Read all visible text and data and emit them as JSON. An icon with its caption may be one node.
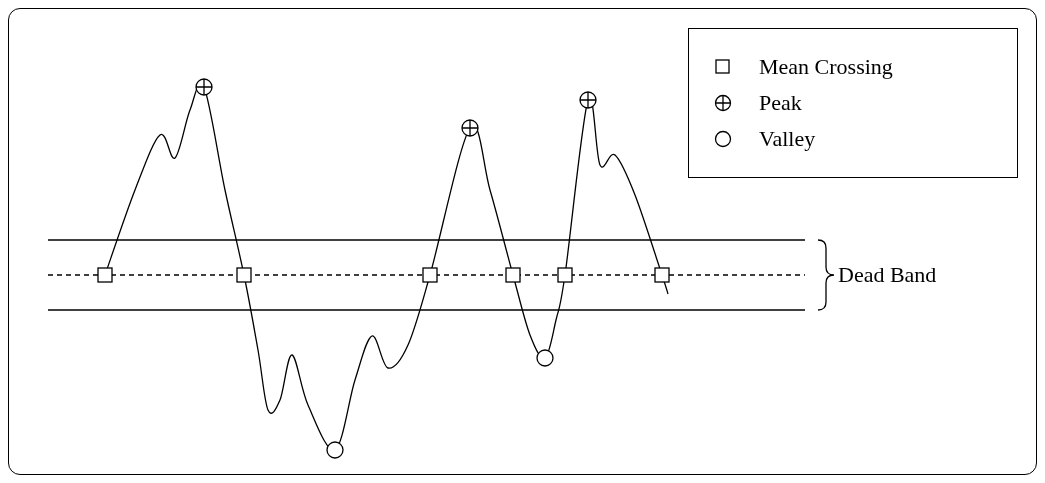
{
  "diagram": {
    "labels": [
      "Dead Band"
    ],
    "legend": [
      {
        "text": "Mean Crossing"
      },
      {
        "text": "Peak"
      },
      {
        "text": "Valley"
      }
    ]
  }
}
